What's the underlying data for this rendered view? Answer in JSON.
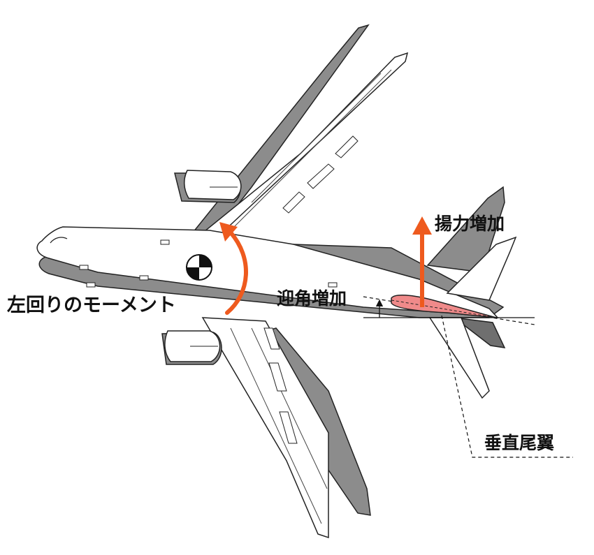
{
  "labels": {
    "moment": "左回りのモーメント",
    "angle_of_attack_increase": "迎角増加",
    "lift_increase": "揚力増加",
    "vertical_stabilizer": "垂直尾翼"
  },
  "colors": {
    "arrow": "#ee5a1e",
    "airfoil_fill": "#ef8a8a",
    "shadow_gray": "#8c8c8c",
    "dark_gray": "#6f6f6f",
    "outline": "#222222"
  },
  "icons": {
    "center_of_gravity": "cg-icon"
  }
}
